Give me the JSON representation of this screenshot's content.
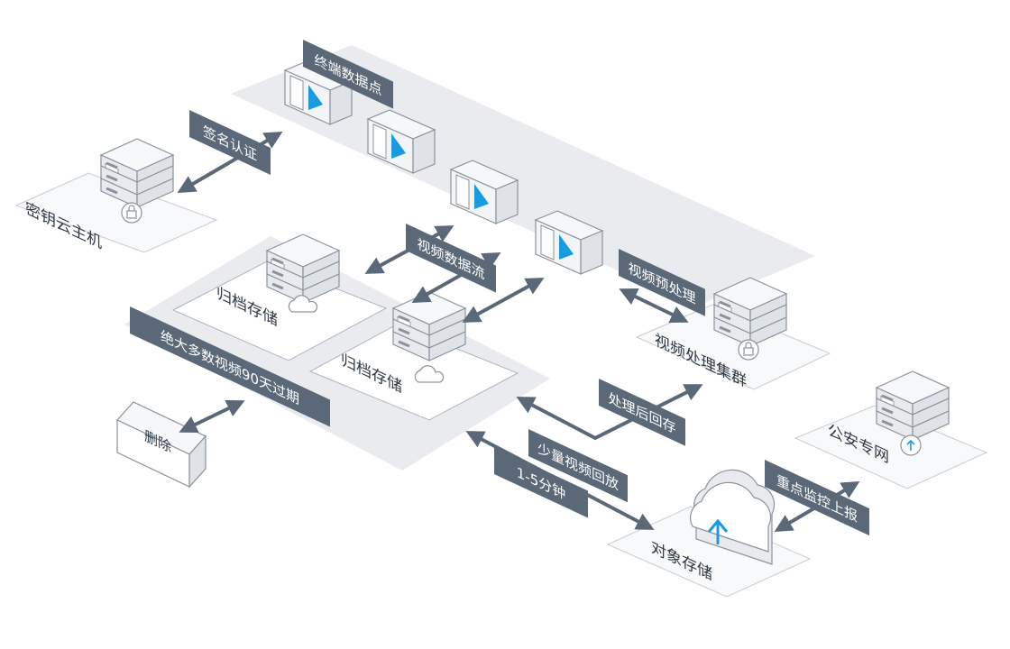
{
  "labels": {
    "terminal_points": "终端数据点",
    "signature_auth": "签名认证",
    "key_host": "密钥云主机",
    "video_stream": "视频数据流",
    "archive_a": "归档存储",
    "archive_b": "归档存储",
    "expire": "绝大多数视频90天过期",
    "delete": "删除",
    "preprocess": "视频预处理",
    "cluster": "视频处理集群",
    "writeback": "处理后回存",
    "playback": "少量视频回放",
    "minutes": "1-5分钟",
    "object_storage": "对象存储",
    "report": "重点监控上报",
    "police": "公安专网"
  },
  "colors": {
    "slate": "#5a6878",
    "panel": "#e9ebef",
    "outline": "#8a939d",
    "device_fill": "#f4f5f7",
    "accent": "#1a9be0"
  }
}
